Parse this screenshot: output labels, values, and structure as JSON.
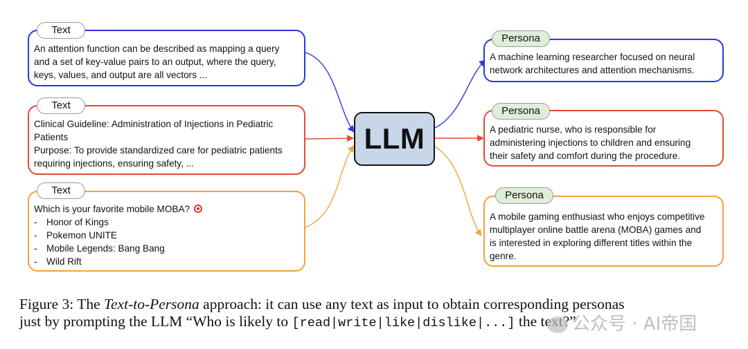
{
  "inputs": [
    {
      "tag": "Text",
      "lines": [
        "An attention function can be described as mapping a query",
        "and a set of key-value pairs to an output, where the query,",
        "keys, values, and output are all vectors ..."
      ]
    },
    {
      "tag": "Text",
      "lines": [
        "Clinical Guideline: Administration of Injections in Pediatric",
        "Patients",
        "Purpose: To provide standardized care for pediatric patients",
        "requiring injections, ensuring safety, ..."
      ]
    },
    {
      "tag": "Text",
      "heading": "Which is your favorite mobile MOBA?",
      "items": [
        "Honor of Kings",
        "Pokemon UNITE",
        "Mobile Legends: Bang Bang",
        "Wild Rift"
      ]
    }
  ],
  "llm": {
    "label": "LLM"
  },
  "outputs": [
    {
      "tag": "Persona",
      "lines": [
        "A machine learning researcher focused on neural",
        "network architectures and attention mechanisms."
      ]
    },
    {
      "tag": "Persona",
      "lines": [
        "A pediatric nurse, who is responsible for",
        "administering injections to children and ensuring",
        "their safety and comfort during the procedure."
      ]
    },
    {
      "tag": "Persona",
      "lines": [
        "A mobile gaming enthusiast who enjoys competitive",
        "multiplayer online battle arena (MOBA) games and",
        "is interested in exploring different titles within the",
        "genre."
      ]
    }
  ],
  "caption": {
    "prefix": "Figure 3: The ",
    "emph": "Text-to-Persona",
    "rest1": " approach: it can use any text as input to obtain corresponding personas",
    "line2_pre": "just by prompting the LLM “Who is likely to ",
    "code": "[read|write|like|dislike|...]",
    "line2_post": " the text?”"
  },
  "watermark": "公众号 · AI帝国",
  "colors": {
    "blue": "#2a36e0",
    "red": "#e14b30",
    "orange": "#f2a23c",
    "llm_fill": "#c7d6e9",
    "persona_tag": "#dfeed9"
  },
  "icons": {
    "moba_target": "target-icon"
  }
}
